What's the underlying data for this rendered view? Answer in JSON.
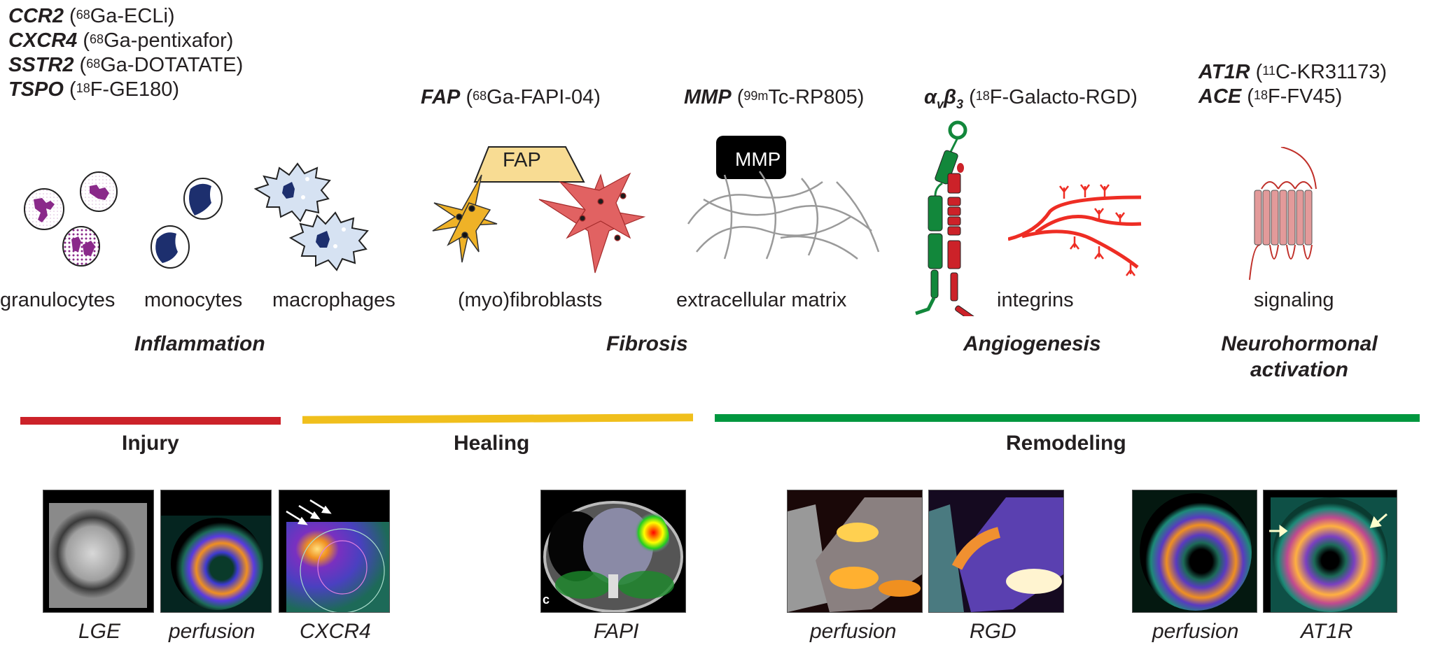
{
  "tracers": {
    "inflammation": [
      {
        "target": "CCR2",
        "isotope": "68",
        "probe": "Ga-ECLi"
      },
      {
        "target": "CXCR4",
        "isotope": "68",
        "probe": "Ga-pentixafor"
      },
      {
        "target": "SSTR2",
        "isotope": "68",
        "probe": "Ga-DOTATATE"
      },
      {
        "target": "TSPO",
        "isotope": "18",
        "probe": "F-GE180"
      }
    ],
    "fap": {
      "target": "FAP",
      "isotope": "68",
      "probe": "Ga-FAPI-04"
    },
    "mmp": {
      "target": "MMP",
      "isotope": "99m",
      "probe": "Tc-RP805"
    },
    "integrin": {
      "target_alpha": "α",
      "target_alpha_sub": "v",
      "target_beta": "β",
      "target_beta_sub": "3",
      "isotope": "18",
      "probe": "F-Galacto-RGD"
    },
    "neuro": [
      {
        "target": "AT1R",
        "isotope": "11",
        "probe": "C-KR31173"
      },
      {
        "target": "ACE",
        "isotope": "18",
        "probe": "F-FV45"
      }
    ]
  },
  "illustrations": {
    "fap_box": "FAP",
    "mmp_box": "MMP"
  },
  "cell_labels": {
    "granulocytes": "granulocytes",
    "monocytes": "monocytes",
    "macrophages": "macrophages",
    "fibroblasts": "(myo)fibroblasts",
    "matrix": "extracellular matrix",
    "integrins": "integrins",
    "signaling": "signaling"
  },
  "processes": {
    "inflammation": "Inflammation",
    "fibrosis": "Fibrosis",
    "angiogenesis": "Angiogenesis",
    "neurohormonal_1": "Neurohormonal",
    "neurohormonal_2": "activation"
  },
  "phases": [
    {
      "label": "Injury",
      "color": "#cc2229"
    },
    {
      "label": "Healing",
      "color": "#f0bf1c"
    },
    {
      "label": "Remodeling",
      "color": "#00973f"
    }
  ],
  "images": {
    "lge": "LGE",
    "perfusion_1": "perfusion",
    "cxcr4": "CXCR4",
    "fapi": "FAPI",
    "fapi_panel_letter": "c",
    "perfusion_2": "perfusion",
    "rgd": "RGD",
    "perfusion_3": "perfusion",
    "at1r": "AT1R"
  }
}
